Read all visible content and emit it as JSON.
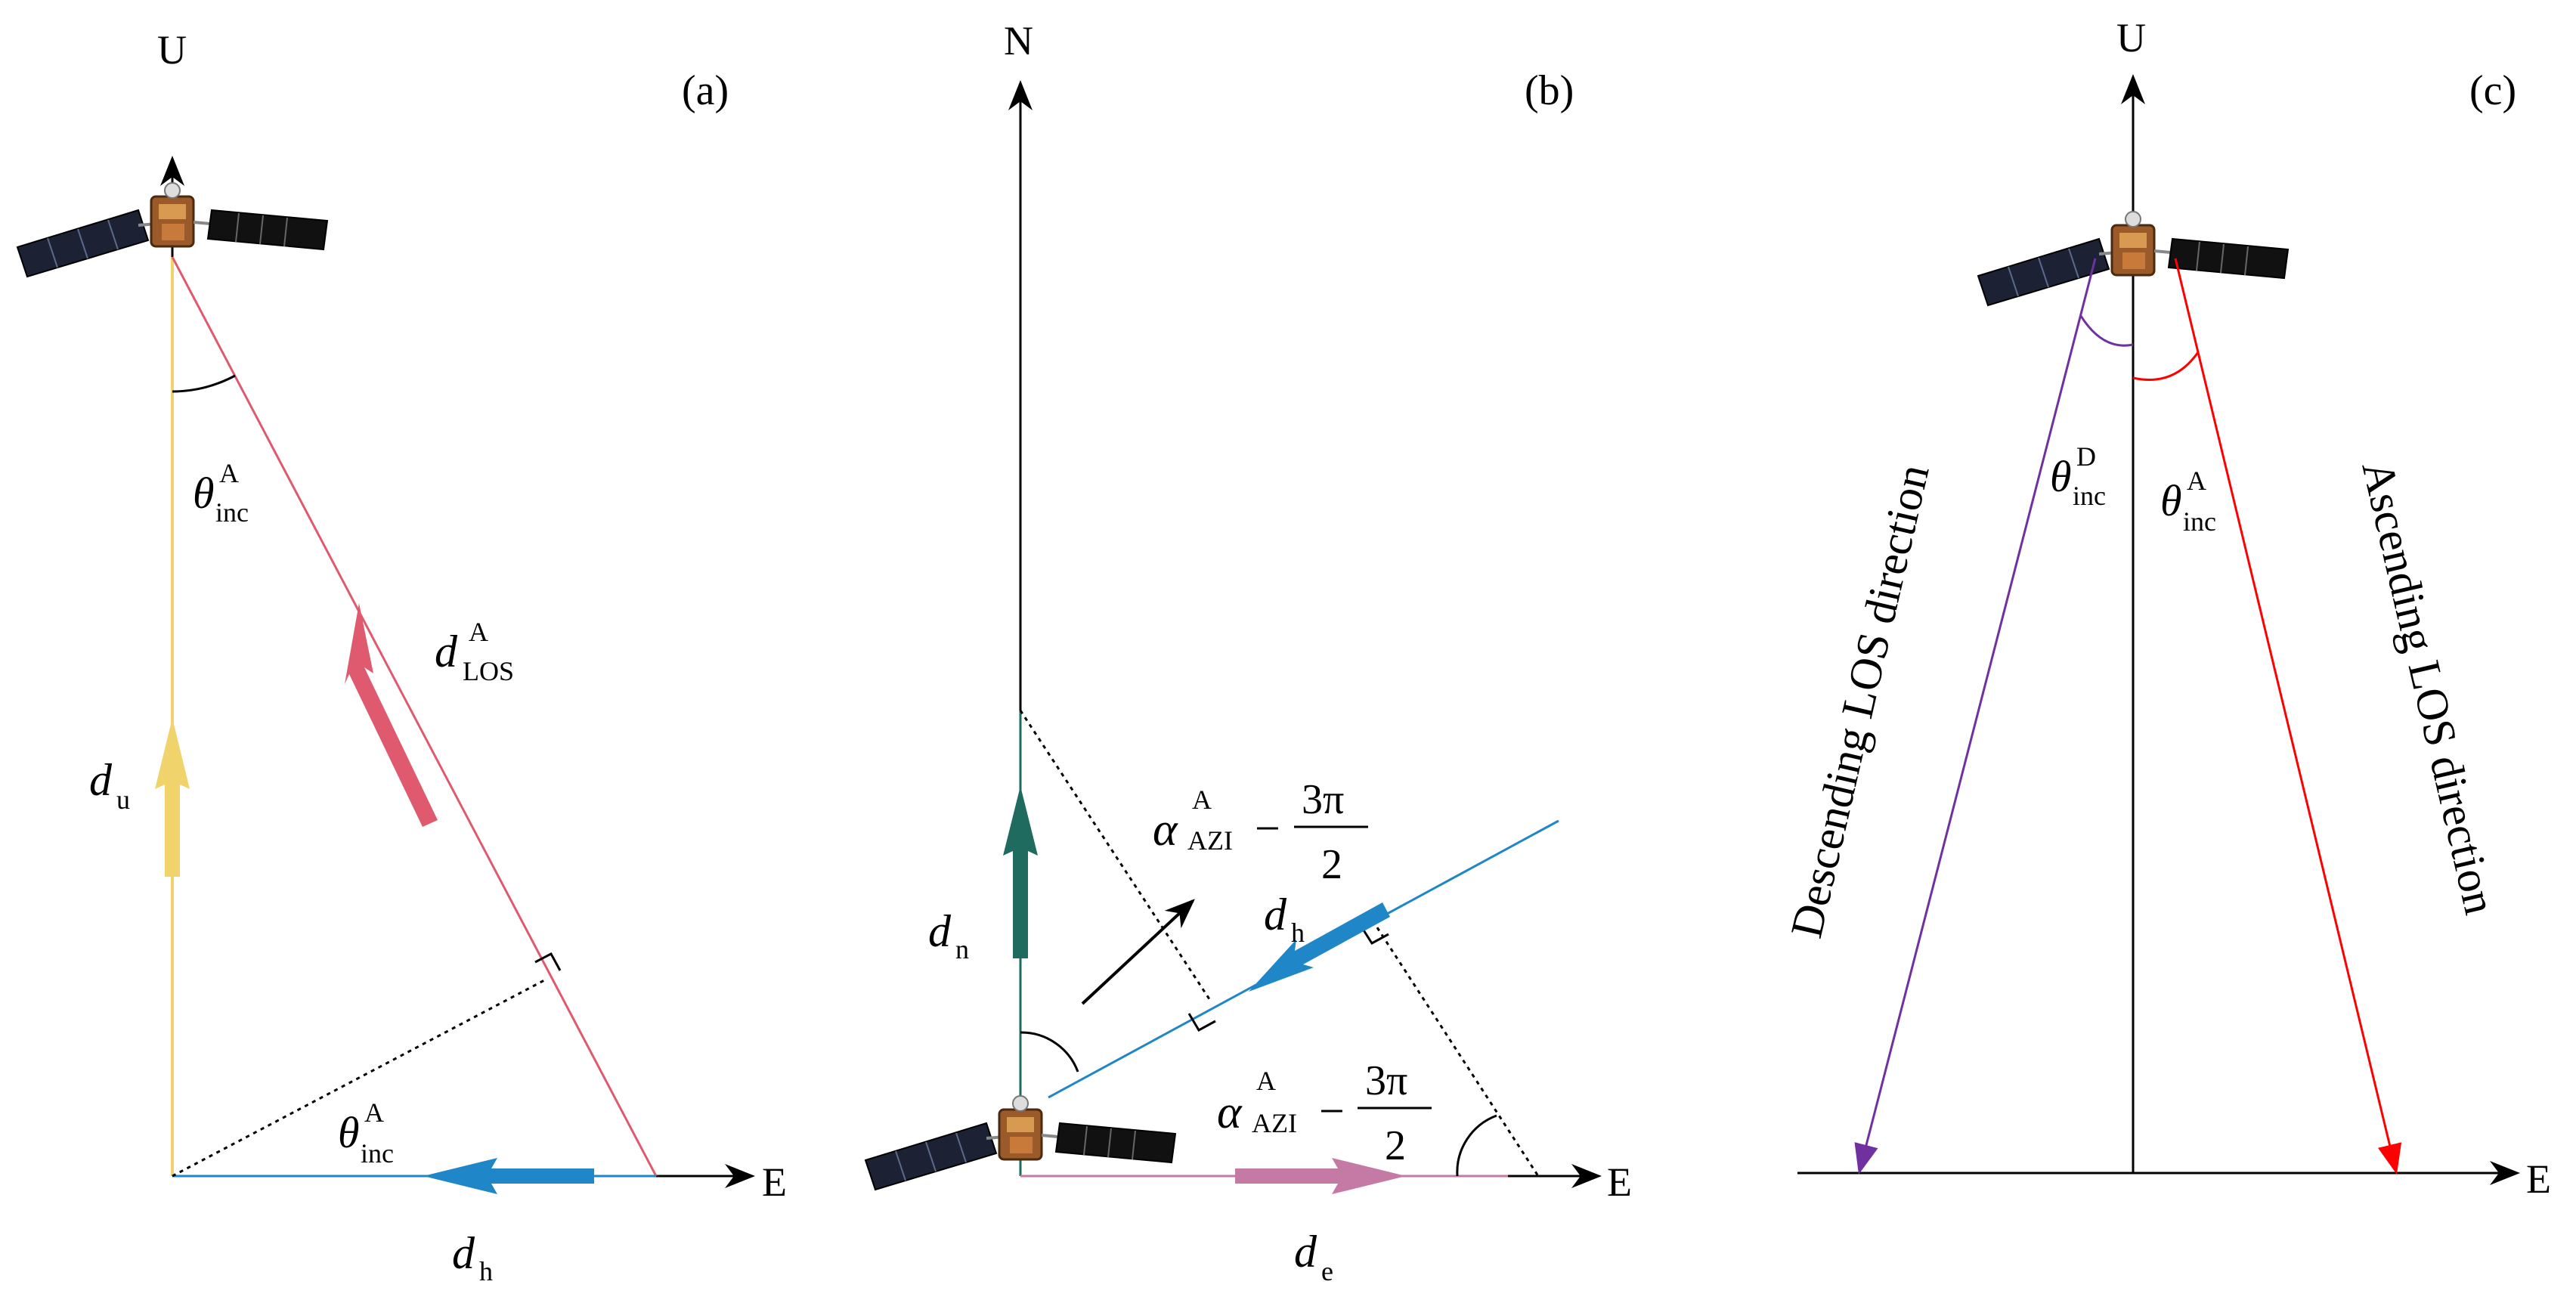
{
  "panel_a": {
    "tag": "(a)",
    "axis_up": "U",
    "axis_east": "E",
    "theta_sym": "θ",
    "theta_sub": "inc",
    "theta_sup": "A",
    "d_sym": "d",
    "d_los_sub": "LOS",
    "d_los_sup": "A",
    "d_u_sub": "u",
    "d_h_sub": "h"
  },
  "panel_b": {
    "tag": "(b)",
    "axis_north": "N",
    "axis_east": "E",
    "alpha_sym": "α",
    "alpha_sub": "AZI",
    "alpha_sup": "A",
    "minus": "−",
    "frac_num": "3π",
    "frac_den": "2",
    "d_sym": "d",
    "d_n_sub": "n",
    "d_h_sub": "h",
    "d_e_sub": "e"
  },
  "panel_c": {
    "tag": "(c)",
    "axis_up": "U",
    "axis_east": "E",
    "theta_sym": "θ",
    "theta_sub": "inc",
    "theta_sup_desc": "D",
    "theta_sup_asc": "A",
    "descending_label": "Descending LOS direction",
    "ascending_label": "Ascending LOS direction"
  },
  "colors": {
    "los_red": "#e05a6f",
    "up_yellow": "#f0d36a",
    "horizontal_blue": "#1f86c8",
    "north_teal": "#1f6b60",
    "east_pink": "#c57aa6",
    "desc_purple": "#7030a0",
    "asc_red": "#ff0000"
  }
}
